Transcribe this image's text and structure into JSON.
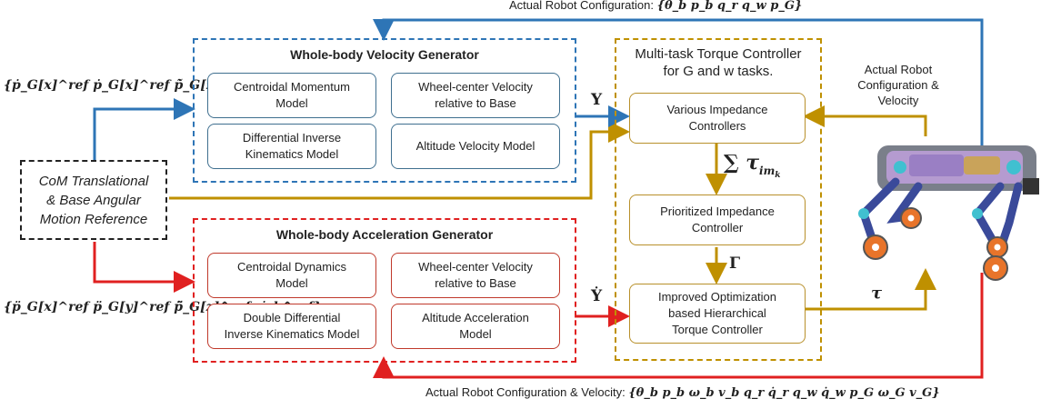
{
  "top_feedback_label": "Actual Robot Configuration:",
  "top_feedback_math": "{θ_b  p_b  q_r  q_w  p_G}",
  "bottom_feedback_label": "Actual Robot Configuration & Velocity:",
  "bottom_feedback_math": "{θ_b  p_b  ω_b  v_b  q_r  q̇_r  q_w  q̇_w  p_G   ω_G  v_G}",
  "velocity_reference_math": "{ṗ_G[x]^ref  ṗ_G[x]^ref  p̃̇_G[z]^ref  ω_b^ref}",
  "acceleration_reference_math": "{p̈_G[x]^ref  p̈_G[y]^ref  p̃̈_G[z]^ref  ω̇_b^ref}",
  "com_reference": {
    "line1": "CoM Translational",
    "line2": "& Base Angular",
    "line3": "Motion Reference"
  },
  "velocity_generator": {
    "title": "Whole-body Velocity Generator",
    "boxes": [
      {
        "line1": "Centroidal Momentum",
        "line2": "Model"
      },
      {
        "line1": "Wheel-center Velocity",
        "line2": "relative to Base"
      },
      {
        "line1": "Differential Inverse",
        "line2": "Kinematics Model"
      },
      {
        "line1": "Altitude Velocity Model",
        "line2": ""
      }
    ]
  },
  "acceleration_generator": {
    "title": "Whole-body Acceleration Generator",
    "boxes": [
      {
        "line1": "Centroidal Dynamics",
        "line2": "Model"
      },
      {
        "line1": "Wheel-center Velocity",
        "line2": "relative to Base"
      },
      {
        "line1": "Double Differential",
        "line2": "Inverse Kinematics Model"
      },
      {
        "line1": "Altitude Acceleration",
        "line2": "Model"
      }
    ]
  },
  "torque_controller": {
    "title_line1": "Multi-task Torque Controller",
    "title_line2": "for G and w tasks.",
    "impedance": {
      "line1": "Various Impedance",
      "line2": "Controllers"
    },
    "prioritized": {
      "line1": "Prioritized Impedance",
      "line2": "Controller"
    },
    "optimization": {
      "line1": "Improved Optimization",
      "line2": "based Hierarchical",
      "line3": "Torque Controller"
    }
  },
  "signals": {
    "upsilon": "Υ",
    "upsilon_dot": "Ẏ",
    "sum_tau": "∑ τ",
    "sum_tau_sub": "im",
    "sum_tau_subsub": "k",
    "gamma": "Γ",
    "tau": "τ"
  },
  "robot_feedback_label": {
    "line1": "Actual Robot",
    "line2": "Configuration &",
    "line3": "Velocity"
  },
  "colors": {
    "blue": "#2e75b6",
    "red": "#e02020",
    "gold": "#bf9000",
    "black": "#222222"
  }
}
